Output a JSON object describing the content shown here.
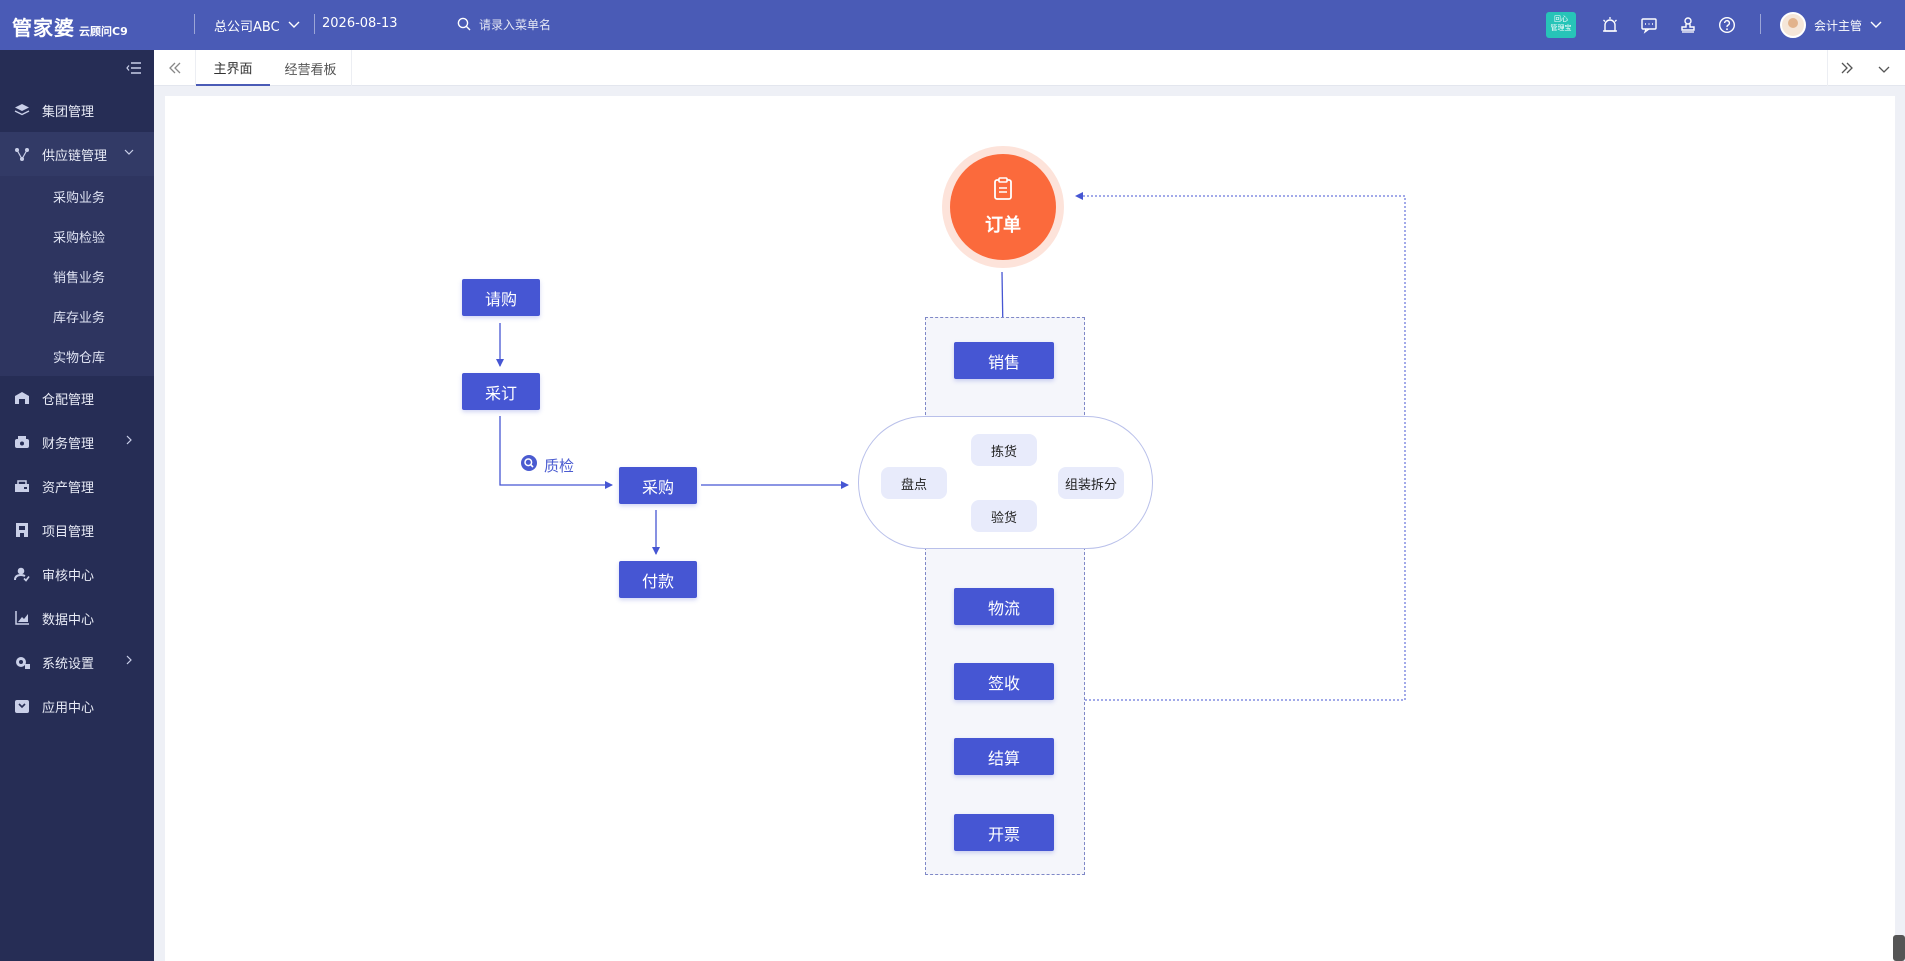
{
  "header": {
    "logo_brand": "管家婆",
    "logo_sub": "云顾问C9",
    "company": "总公司ABC",
    "date": "2026-08-13",
    "search_placeholder": "请录入菜单名",
    "app_badge_line1": "回心",
    "app_badge_line2": "管理宝",
    "user_name": "会计主管"
  },
  "sidebar": {
    "items": [
      {
        "label": "集团管理",
        "icon": "layers-icon"
      },
      {
        "label": "供应链管理",
        "icon": "supply-chain-icon",
        "expanded": true
      },
      {
        "label": "仓配管理",
        "icon": "warehouse-icon"
      },
      {
        "label": "财务管理",
        "icon": "finance-icon",
        "has_arrow": true
      },
      {
        "label": "资产管理",
        "icon": "asset-icon"
      },
      {
        "label": "项目管理",
        "icon": "project-icon"
      },
      {
        "label": "审核中心",
        "icon": "audit-icon"
      },
      {
        "label": "数据中心",
        "icon": "chart-icon"
      },
      {
        "label": "系统设置",
        "icon": "settings-icon",
        "has_arrow": true
      },
      {
        "label": "应用中心",
        "icon": "app-icon"
      }
    ],
    "subitems": [
      "采购业务",
      "采购检验",
      "销售业务",
      "库存业务",
      "实物仓库"
    ]
  },
  "tabs": [
    {
      "label": "主界面",
      "active": true
    },
    {
      "label": "经营看板",
      "active": false
    }
  ],
  "flow": {
    "order": "订单",
    "left_nodes": {
      "request": "请购",
      "purchase_order": "采订",
      "quality_check": "质检",
      "purchase": "采购",
      "payment": "付款"
    },
    "right_nodes": {
      "sales": "销售",
      "logistics": "物流",
      "sign": "签收",
      "settle": "结算",
      "invoice": "开票"
    },
    "cloud": {
      "picking": "拣货",
      "inventory": "盘点",
      "inspect": "验货",
      "assembly": "组装拆分"
    }
  },
  "colors": {
    "header_bg": "#4a5bb6",
    "sidebar_bg": "#262d55",
    "node_blue": "#4656d3",
    "order_orange": "#fb6a3c"
  }
}
